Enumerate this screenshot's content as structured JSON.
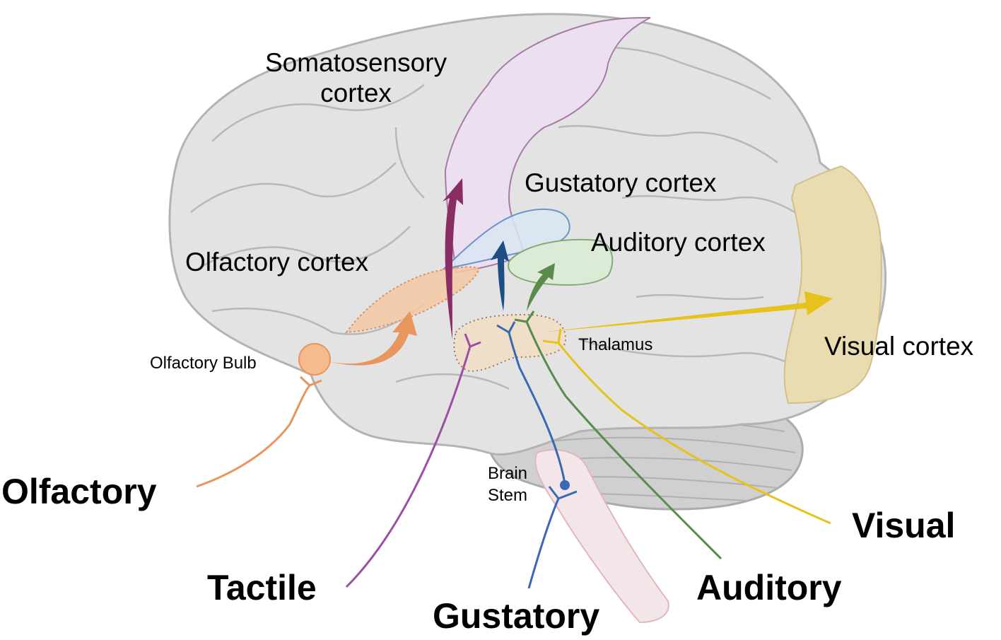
{
  "title": "Sensory pathways to cortical areas",
  "colors": {
    "brain_fill": "#e3e3e3",
    "brain_stroke": "#b3b3b3",
    "olfactory": "#e8955e",
    "olfactory_fill": "#f5c9a3",
    "tactile": "#9b4fa3",
    "tactile_arrow": "#8a2d63",
    "somatosensory_fill": "#ecdff0",
    "gustatory": "#3a68b4",
    "gustatory_arrow": "#1d4f86",
    "gustatory_fill": "#dbe6f3",
    "auditory": "#5a8a4c",
    "auditory_fill": "#dcebd5",
    "visual": "#e6c21c",
    "visual_fill": "#e9dcb1",
    "thalamus_fill": "#efdfc8",
    "brainstem_fill": "#f2e6e8"
  },
  "regions": {
    "somatosensory": [
      "Somatosensory",
      "cortex"
    ],
    "gustatory_cortex": "Gustatory cortex",
    "auditory_cortex": "Auditory cortex",
    "olfactory_cortex": "Olfactory cortex",
    "visual_cortex": "Visual cortex",
    "thalamus": "Thalamus",
    "olfactory_bulb": "Olfactory Bulb",
    "brain_stem": [
      "Brain",
      "Stem"
    ]
  },
  "senses": {
    "olfactory": "Olfactory",
    "tactile": "Tactile",
    "gustatory": "Gustatory",
    "auditory": "Auditory",
    "visual": "Visual"
  }
}
